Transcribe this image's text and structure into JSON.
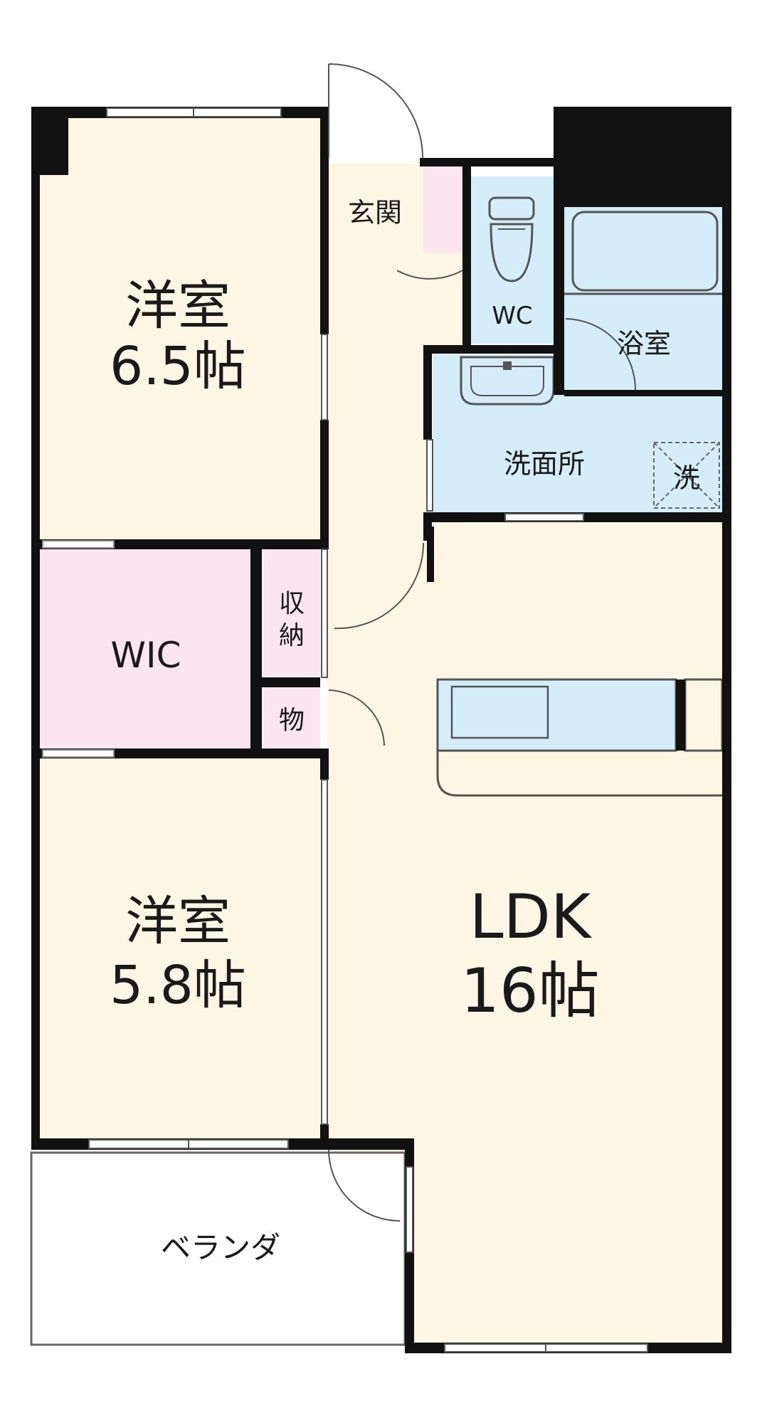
{
  "rooms": {
    "western1": {
      "name": "洋室",
      "size": "6.5帖"
    },
    "western2": {
      "name": "洋室",
      "size": "5.8帖"
    },
    "wic": {
      "name": "WIC"
    },
    "ldk": {
      "name": "LDK",
      "size": "16帖"
    },
    "entrance": {
      "name": "玄関"
    },
    "wc": {
      "name": "WC"
    },
    "bath": {
      "name": "浴室"
    },
    "washroom": {
      "name": "洗面所"
    },
    "washer": {
      "name": "洗"
    },
    "storage": {
      "line1": "収",
      "line2": "納"
    },
    "closet": {
      "name": "物"
    },
    "veranda": {
      "name": "ベランダ"
    }
  },
  "colors": {
    "room_beige": "#fdf6e4",
    "wet_blue": "#d5edf8",
    "storage_pink": "#fbe6ef",
    "wall": "#111111",
    "outline": "#555555"
  }
}
